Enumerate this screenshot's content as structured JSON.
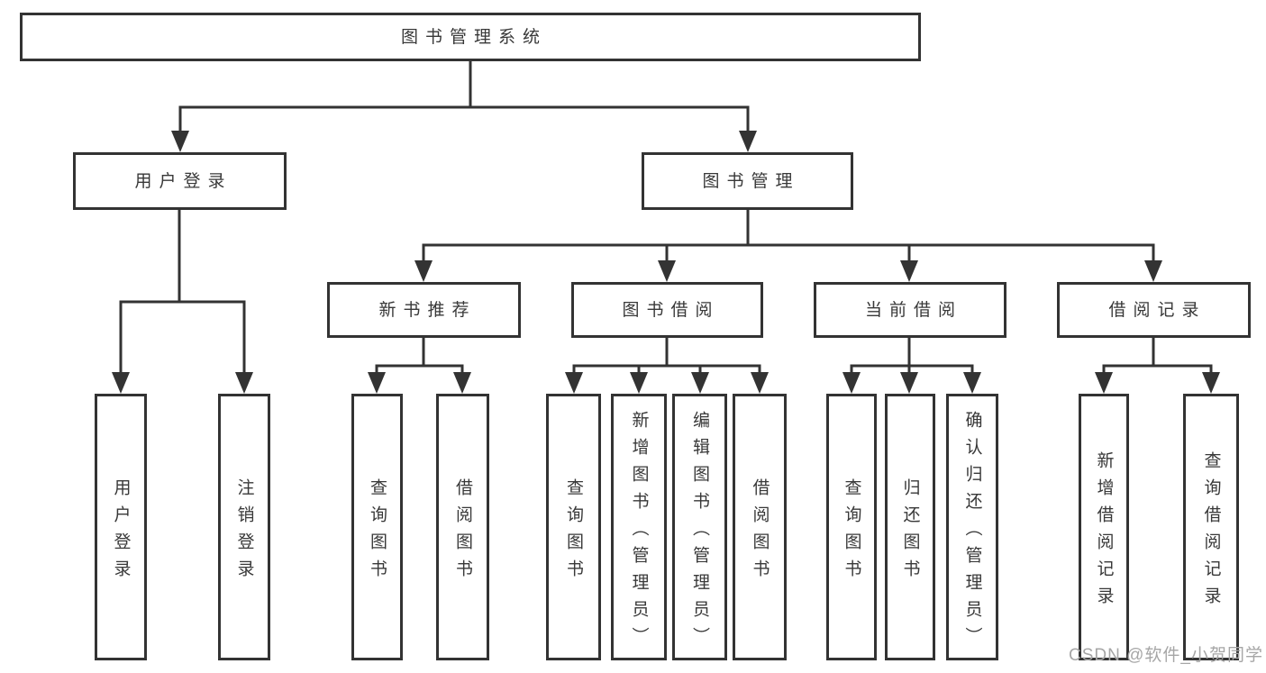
{
  "colors": {
    "line": "#333333",
    "text": "#383838",
    "box_fill": "#ffffff",
    "background": "#ffffff",
    "watermark": "#a6a6a6"
  },
  "diagram": {
    "root": {
      "label": "图书管理系统"
    },
    "branches": [
      {
        "label": "用户登录",
        "children": [
          {
            "label": "用户登录"
          },
          {
            "label": "注销登录"
          }
        ]
      },
      {
        "label": "图书管理",
        "children": [
          {
            "label": "新书推荐",
            "children": [
              {
                "label": "查询图书"
              },
              {
                "label": "借阅图书"
              }
            ]
          },
          {
            "label": "图书借阅",
            "children": [
              {
                "label": "查询图书"
              },
              {
                "label": "新增图书（管理员）"
              },
              {
                "label": "编辑图书（管理员）"
              },
              {
                "label": "借阅图书"
              }
            ]
          },
          {
            "label": "当前借阅",
            "children": [
              {
                "label": "查询图书"
              },
              {
                "label": "归还图书"
              },
              {
                "label": "确认归还（管理员）"
              }
            ]
          },
          {
            "label": "借阅记录",
            "children": [
              {
                "label": "新增借阅记录"
              },
              {
                "label": "查询借阅记录"
              }
            ]
          }
        ]
      }
    ],
    "watermark": "CSDN @软件_小贺同学"
  }
}
